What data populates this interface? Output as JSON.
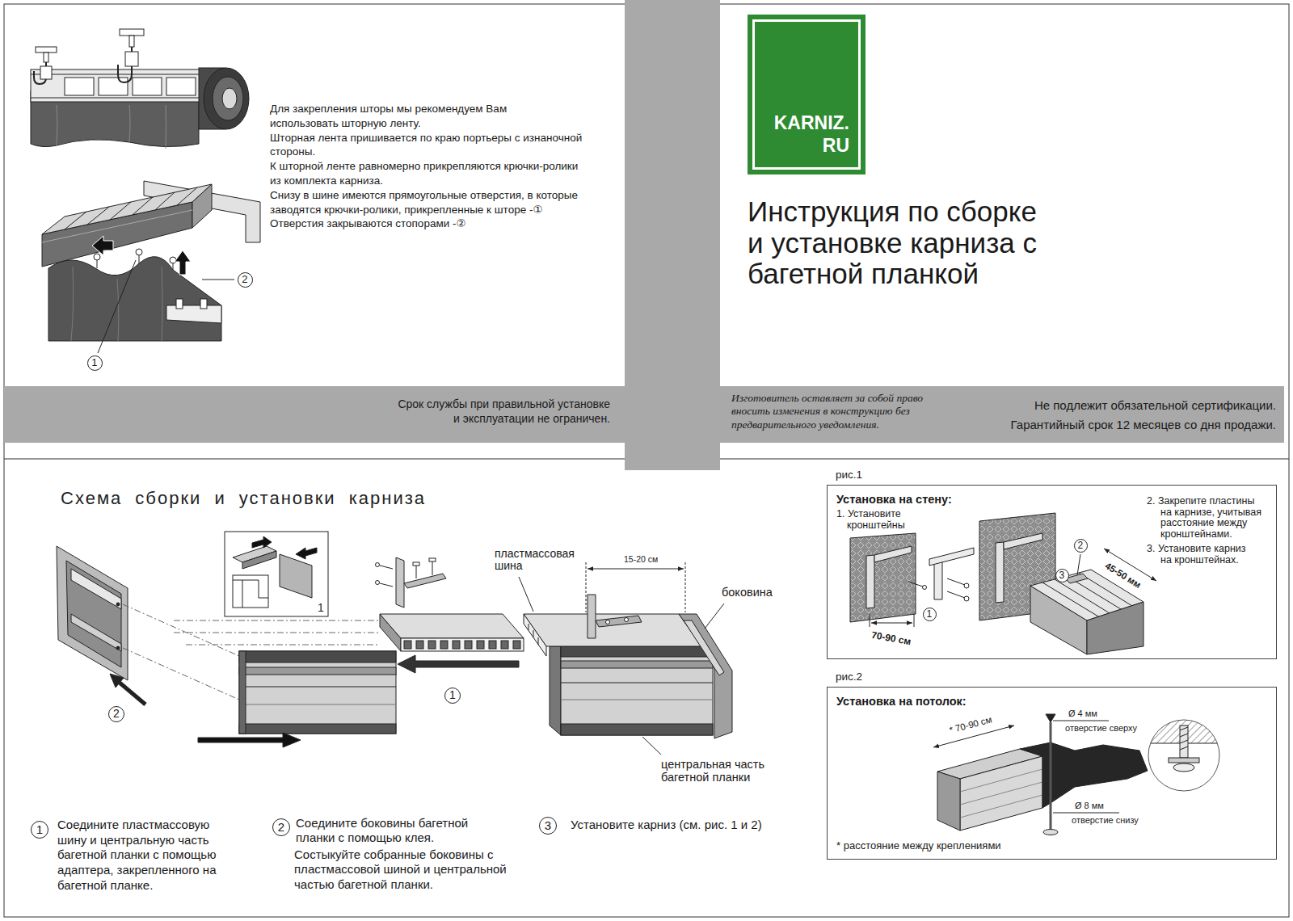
{
  "diagram": {
    "title": "Инструкция по сборке и установке карниза с багетной планкой",
    "nodes": [
      {
        "text": [
          "2"
        ]
      },
      {
        "text": [
          "1"
        ]
      },
      {
        "text": [
          "KARNIZ. RU"
        ]
      },
      {
        "text": [
          "Срок службы при правильной установке и эксплуатации не ограничен."
        ]
      },
      {
        "text": [
          "Изготовитель оставляет за собой право вносить изменения в конструкцию без предварительного уведомления.",
          "Не подлежит обязательной сертификации. Гарантийный срок 12 месяцев со дня продажи."
        ]
      },
      {
        "text": [
          "1"
        ]
      },
      {
        "text": [
          "2"
        ]
      },
      {
        "text": [
          "1"
        ]
      },
      {
        "text": [
          "2"
        ]
      },
      {
        "text": [
          "3"
        ]
      },
      {
        "text": [
          "рис.1",
          "Установка на стену:",
          "1. Установите кронштейны",
          "2. Закрепите пластины на карнизе, учитывая расстояние между кронштейнами.",
          "3. Установите карниз на кронштейнах."
        ]
      },
      {
        "text": [
          "2"
        ],
        "in": 10
      },
      {
        "text": [
          "3"
        ],
        "in": 10
      },
      {
        "text": [
          "1"
        ],
        "in": 10
      },
      {
        "text": [
          "рис.2",
          "Установка на потолок:",
          "* расстояние между креплениями"
        ]
      }
    ],
    "labels": [
      "Для закрепления шторы мы рекомендуем Вам использовать шторную ленту.",
      "Шторная лента пришивается по краю портьеры с изнаночной стороны.",
      "К шторной ленте равномерно прикрепляются крючки-ролики из комплекта карниза.",
      "Снизу в шине имеются прямоугольные отверстия, в которые заводятся крючки-ролики, прикрепленные к шторе -①",
      "Отверстия закрываются стопорами -②",
      "Схема сборки и установки карниза",
      "1",
      "пластмассовая шина",
      "15-20 см",
      "боковина",
      "центральная часть багетной планки",
      "Соедините пластмассовую шину и центральную часть багетной планки с помощью адаптера, закрепленного на багетной планке.",
      "Соедините боковины багетной планки с помощью клея.",
      "Состыкуйте собранные боковины с пластмассовой шиной и центральной частью багетной планки.",
      "Установите карниз (см. рис. 1 и 2)",
      "70-90 см",
      "45-50 мм",
      "* 70-90 см",
      "Ø 4 мм",
      "отверстие сверху",
      "Ø 8 мм",
      "отверстие снизу"
    ]
  }
}
